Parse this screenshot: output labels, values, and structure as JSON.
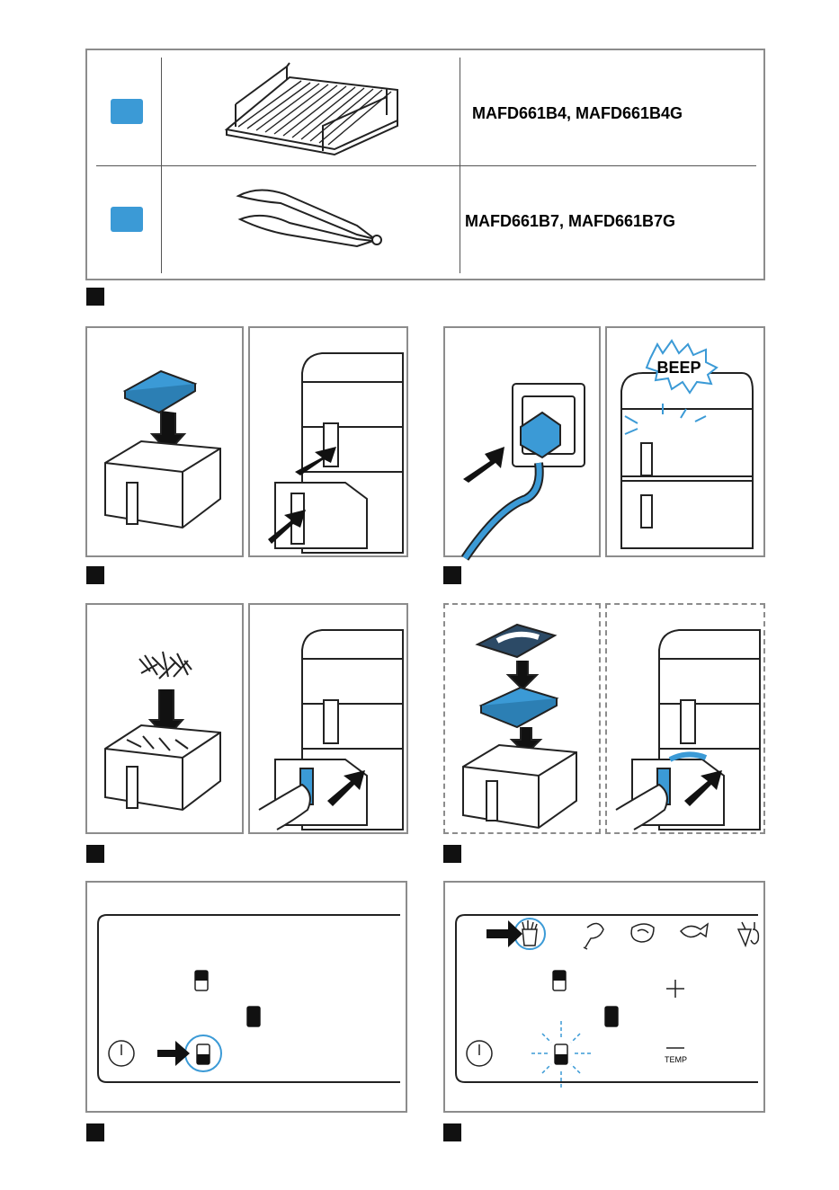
{
  "accessories": [
    {
      "models": "MAFD661B4, MAFD661B4G",
      "icon": "grill-rack-icon"
    },
    {
      "models": "MAFD661B7, MAFD661B7G",
      "icon": "tongs-icon"
    }
  ],
  "steps": {
    "beep_label": "BEEP",
    "temp_label": "TEMP"
  },
  "colors": {
    "accent": "#3b9ad6",
    "frame": "#8c8c8c"
  }
}
